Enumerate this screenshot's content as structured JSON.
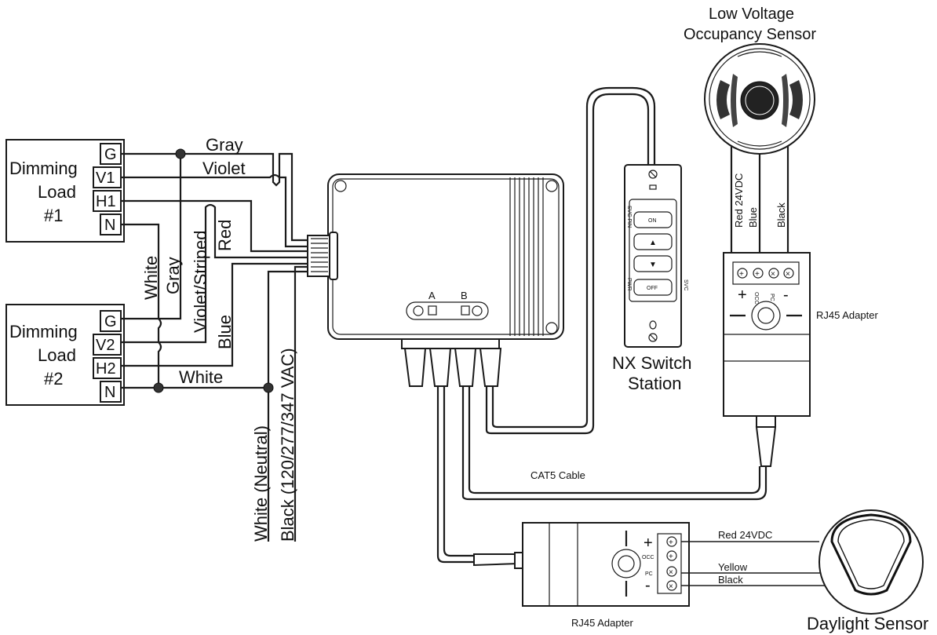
{
  "loads": [
    {
      "name_line1": "Dimming",
      "name_line2": "Load",
      "name_line3": "#1",
      "terminals": [
        "G",
        "V1",
        "H1",
        "N"
      ]
    },
    {
      "name_line1": "Dimming",
      "name_line2": "Load",
      "name_line3": "#2",
      "terminals": [
        "G",
        "V2",
        "H2",
        "N"
      ]
    }
  ],
  "wires": {
    "gray": "Gray",
    "violet": "Violet",
    "white": "White",
    "gray_vert": "Gray",
    "violet_striped": "Violet/Striped",
    "red": "Red",
    "blue": "Blue",
    "white_bottom": "White",
    "neutral": "White (Neutral)",
    "line": "Black (120/277/347 VAC)"
  },
  "controller": {
    "port_a": "A",
    "port_b": "B"
  },
  "switch_station": {
    "title_line1": "NX Switch",
    "title_line2": "Station",
    "buttons": [
      "ON",
      "▲",
      "▼",
      "OFF"
    ],
    "side_svc_pin": "SVC PIN",
    "side_pwr": "PWR",
    "side_svc": "SVC"
  },
  "occupancy_sensor": {
    "title_line1": "Low Voltage",
    "title_line2": "Occupancy Sensor",
    "wires": [
      "Red 24VDC",
      "Blue",
      "Black"
    ]
  },
  "adapter_top": {
    "label": "RJ45 Adapter",
    "plus": "+",
    "minus": "-",
    "occ": "OCC",
    "pc": "PC"
  },
  "cable_label": "CAT5 Cable",
  "adapter_bottom": {
    "label": "RJ45 Adapter",
    "plus": "+",
    "minus": "-",
    "occ": "OCC",
    "pc": "PC"
  },
  "daylight_sensor": {
    "title": "Daylight Sensor",
    "wires": [
      "Red 24VDC",
      "Yellow",
      "Black"
    ]
  }
}
